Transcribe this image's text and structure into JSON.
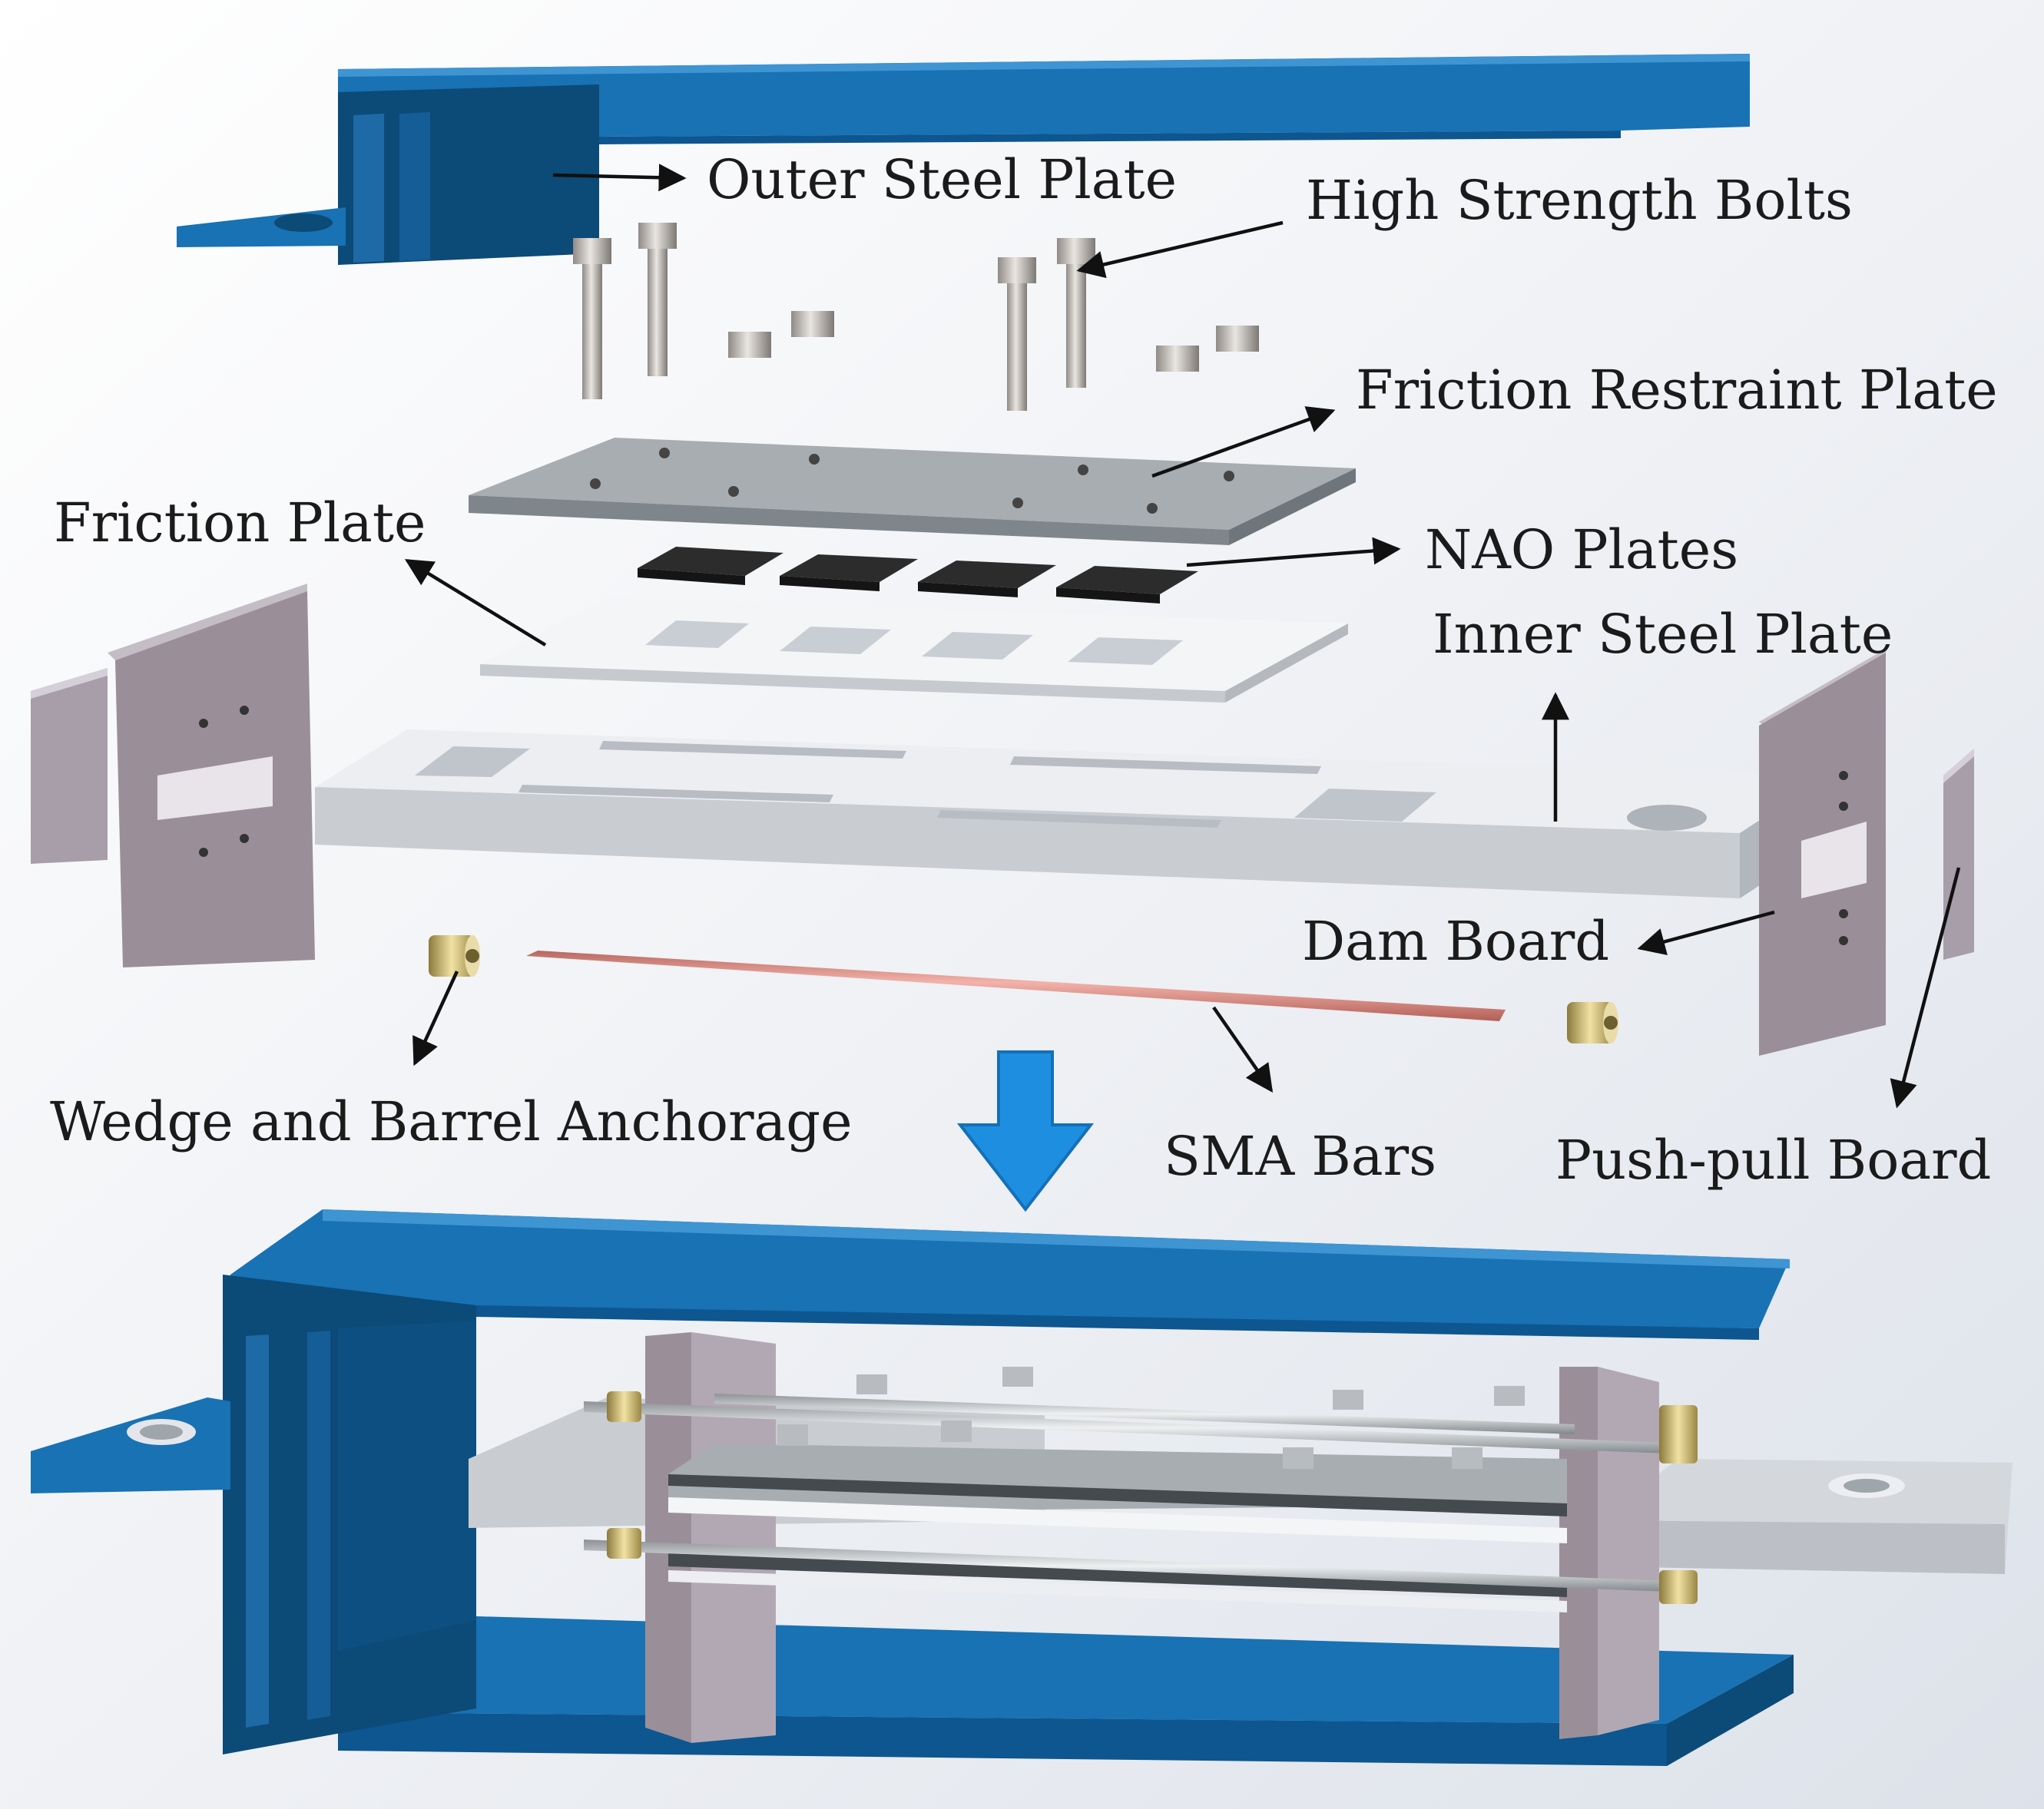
{
  "diagram": {
    "labels": {
      "outer_steel_plate": "Outer Steel Plate",
      "high_strength_bolts": "High Strength Bolts",
      "friction_restraint_plate": "Friction Restraint Plate",
      "friction_plate": "Friction Plate",
      "nao_plates": "NAO Plates",
      "inner_steel_plate": "Inner Steel Plate",
      "dam_board": "Dam Board",
      "wedge_and_barrel_anchorage": "Wedge and Barrel Anchorage",
      "sma_bars": "SMA Bars",
      "push_pull_board": "Push-pull Board"
    },
    "colors": {
      "outer_plate_blue": "#1872b4",
      "outer_plate_dark": "#0c4a78",
      "steel_light": "#e4e6ec",
      "steel_gray": "#9fa6ab",
      "board_mauve": "#9a8f99",
      "nao_dark": "#2c2c2c",
      "sma_bar": "#d98c84",
      "anchorage_brass": "#c9b46a",
      "assembly_arrow": "#1e8fe0"
    },
    "icons": [
      "assembly-arrow-icon"
    ]
  }
}
